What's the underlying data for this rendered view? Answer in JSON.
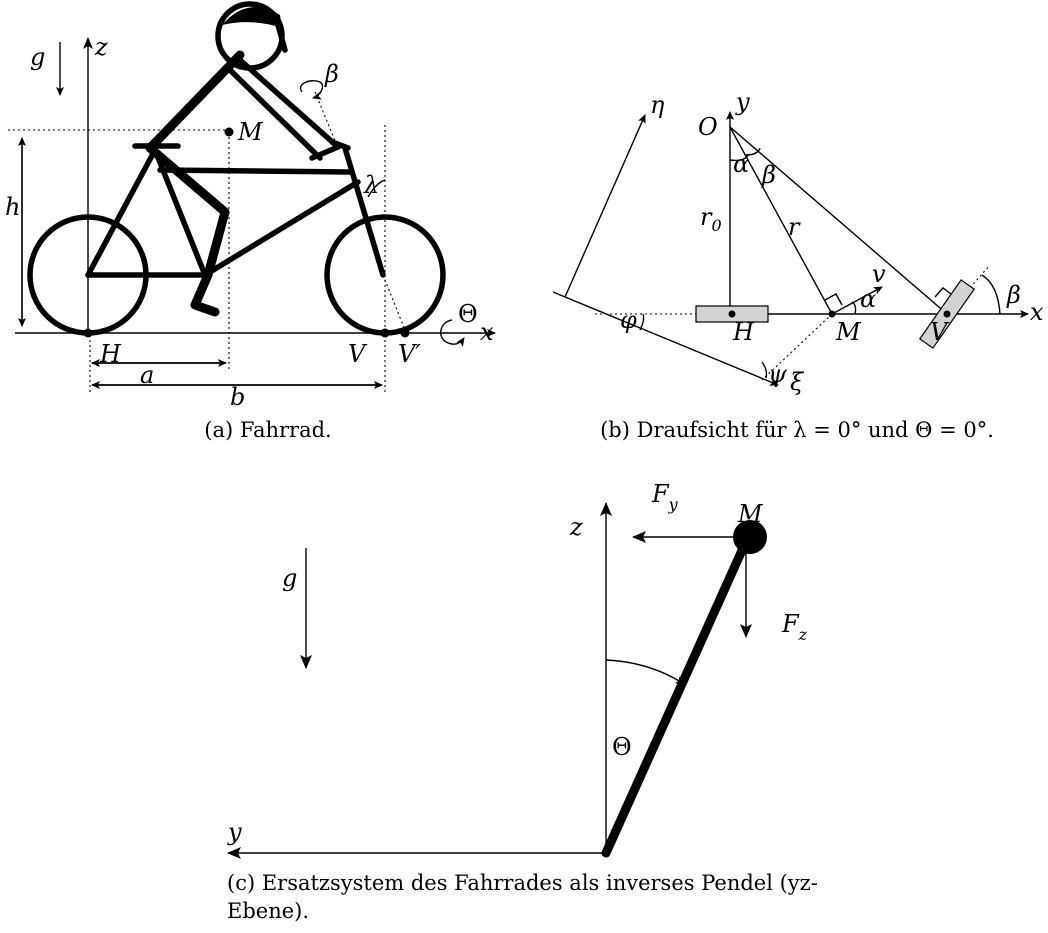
{
  "panel_a": {
    "labels": {
      "g": "g",
      "z": "z",
      "M": "M",
      "beta": "β",
      "lambda": "λ",
      "h": "h",
      "theta": "Θ",
      "x": "x",
      "H": "H",
      "V": "V",
      "V_prime": "V′",
      "a": "a",
      "b": "b"
    },
    "caption": "(a) Fahrrad."
  },
  "panel_b": {
    "labels": {
      "eta": "η",
      "y": "y",
      "O": "O",
      "alpha": "α",
      "beta": "β",
      "r0_main": "r",
      "r0_sub": "0",
      "r": "r",
      "v": "v",
      "alpha2": "α",
      "beta2": "β",
      "x": "x",
      "phi": "φ",
      "H": "H",
      "M": "M",
      "V": "V",
      "psi": "ψ",
      "xi": "ξ"
    },
    "caption": "(b) Draufsicht für λ = 0° und Θ = 0°."
  },
  "panel_c": {
    "labels": {
      "Fy_main": "F",
      "Fy_sub": "y",
      "M": "M",
      "z": "z",
      "g": "g",
      "Fz_main": "F",
      "Fz_sub": "z",
      "theta": "Θ",
      "y": "y"
    },
    "caption_line1": "(c) Ersatzsystem des Fahrrades als inverses Pendel (yz-",
    "caption_line2": "Ebene)."
  }
}
